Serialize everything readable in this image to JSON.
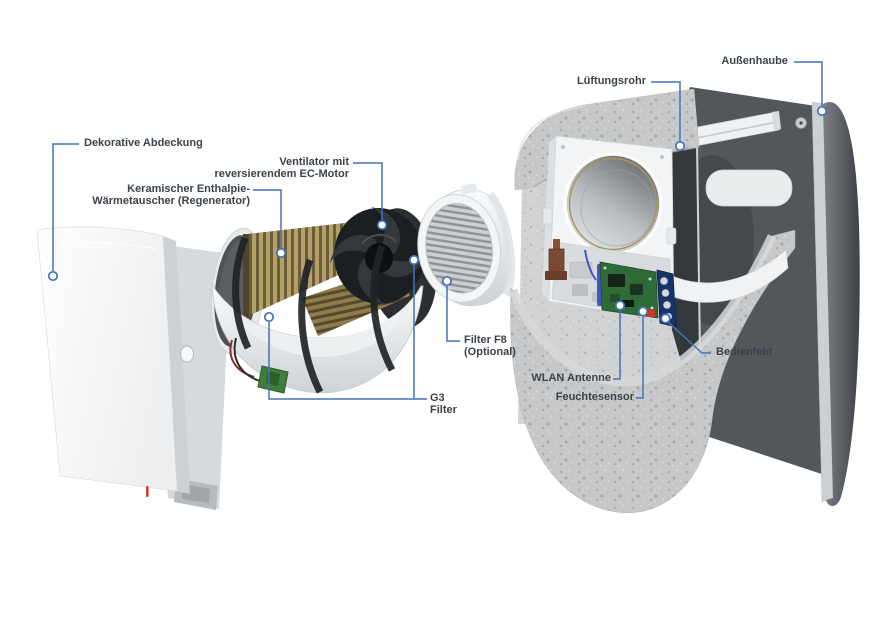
{
  "diagram": {
    "background_color": "#ffffff",
    "leader_color": "#4373b9",
    "label_color": "#3c4249",
    "parts": [
      {
        "id": "dekorative-abdeckung",
        "lines": [
          "Dekorative Abdeckung"
        ]
      },
      {
        "id": "waermetauscher",
        "lines": [
          "Keramischer Enthalpie-",
          "Wärmetauscher (Regenerator)"
        ]
      },
      {
        "id": "ventilator",
        "lines": [
          "Ventilator mit",
          "reversierendem EC-Motor"
        ]
      },
      {
        "id": "lueftungsrohr",
        "lines": [
          "Lüftungsrohr"
        ]
      },
      {
        "id": "aussenhaube",
        "lines": [
          "Außenhaube"
        ]
      },
      {
        "id": "filter-f8",
        "lines": [
          "Filter F8",
          "(Optional)"
        ]
      },
      {
        "id": "g3-filter",
        "lines": [
          "G3",
          "Filter"
        ]
      },
      {
        "id": "wlan-antenne",
        "lines": [
          "WLAN Antenne"
        ]
      },
      {
        "id": "feuchtesensor",
        "lines": [
          "Feuchtesensor"
        ]
      },
      {
        "id": "bedienfeld",
        "lines": [
          "Bedienfeld"
        ]
      }
    ]
  }
}
